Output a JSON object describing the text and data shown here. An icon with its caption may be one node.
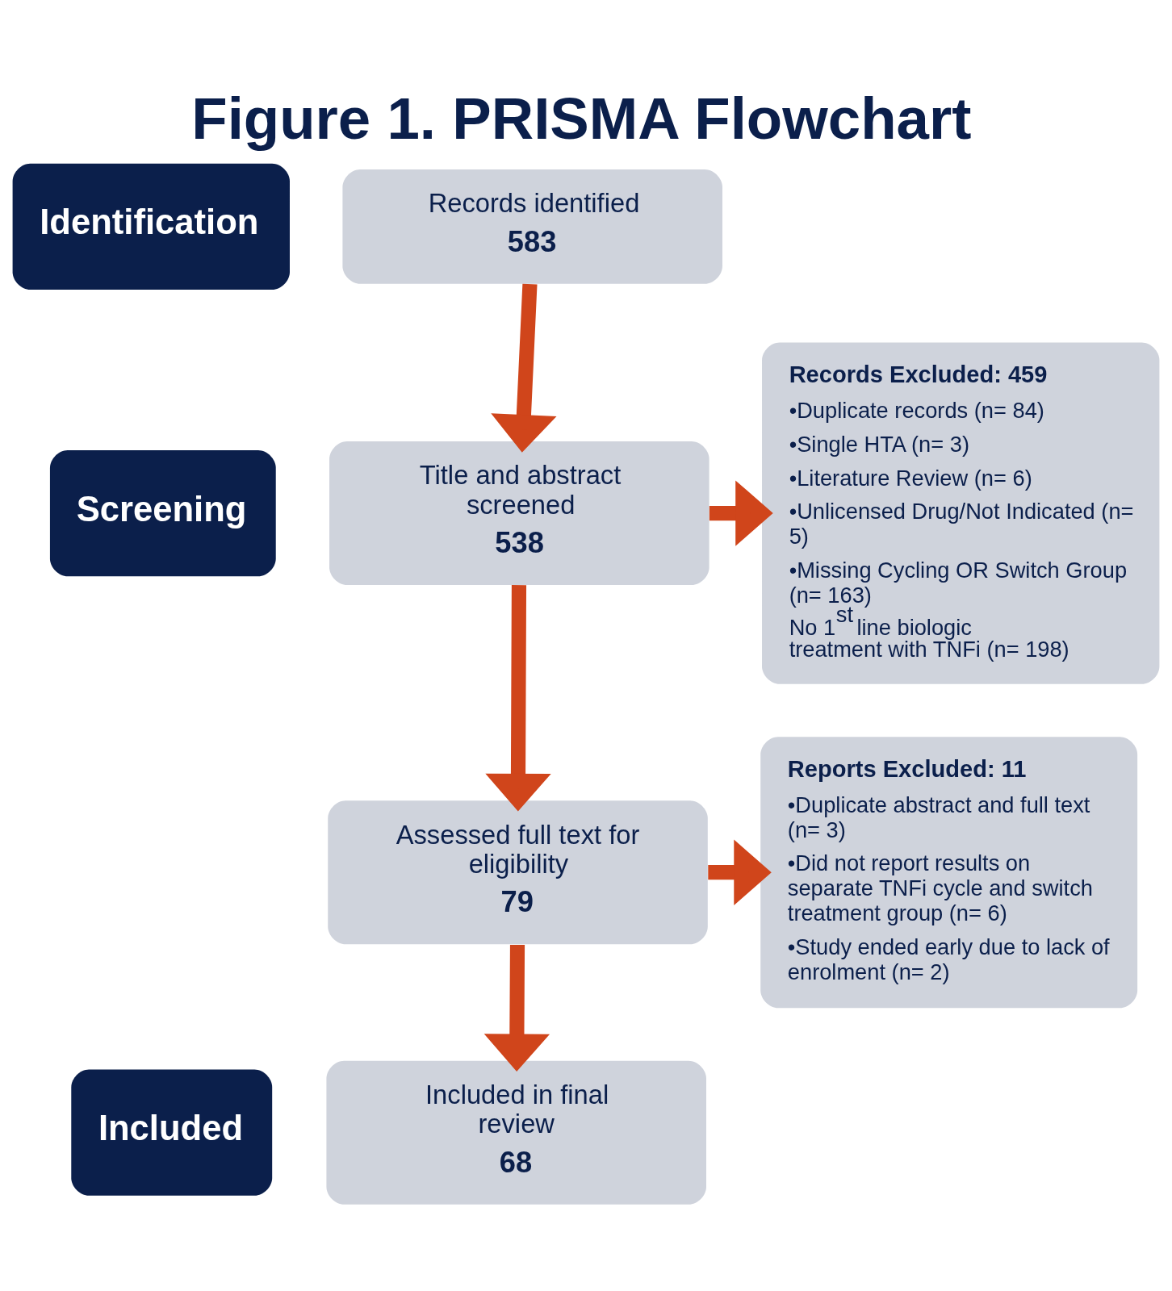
{
  "diagram": {
    "title": "Figure 1. PRISMA Flowchart",
    "nodes": [
      {
        "text": [
          "Identification"
        ]
      },
      {
        "text": [
          "Screening"
        ]
      },
      {
        "text": [
          "Included"
        ]
      },
      {
        "text": [
          "Records identified",
          "583"
        ]
      },
      {
        "text": [
          "Title and abstract screened",
          "538"
        ]
      },
      {
        "text": [
          "Assessed full text for eligibility",
          "79"
        ]
      },
      {
        "text": [
          "Included in final review",
          "68"
        ]
      },
      {
        "text": [
          "Records Excluded: 459",
          "•Duplicate records (n= 84)",
          "•Single HTA (n= 3)",
          "•Literature Review (n= 6)",
          "•Unlicensed Drug/Not Indicated (n= 5)",
          "•Missing Cycling OR Switch Group (n= 163)",
          "No 1$^{st}$ line biologic treatment with TNFi (n= 198)"
        ]
      },
      {
        "text": [
          "Reports Excluded: 11",
          "•Duplicate abstract and full text (n= 3)",
          "•Did not report results on separate TNFi cycle and switch treatment group (n= 6)",
          "•Study ended early due to lack of enrolment (n= 2)"
        ]
      }
    ],
    "edges": [
      {
        "from": 3,
        "to": 4,
        "arrow": "to"
      },
      {
        "from": 4,
        "to": 7,
        "arrow": "to"
      },
      {
        "from": 4,
        "to": 5,
        "arrow": "to"
      },
      {
        "from": 5,
        "to": 8,
        "arrow": "to"
      },
      {
        "from": 5,
        "to": 6,
        "arrow": "to"
      }
    ]
  }
}
